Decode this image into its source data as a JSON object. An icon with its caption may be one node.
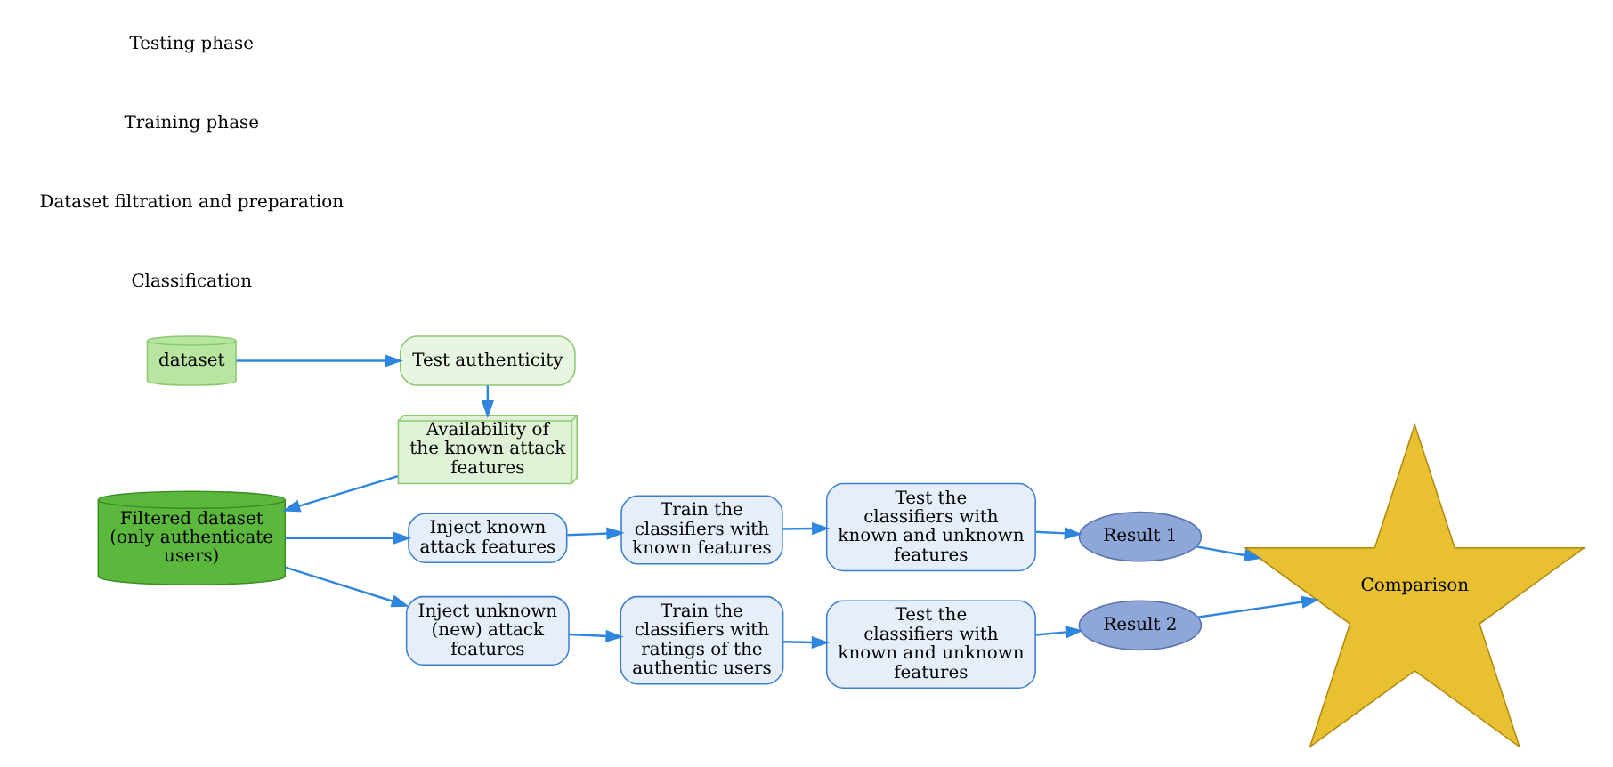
{
  "diagram": {
    "nodes": [
      {
        "text": [
          "dataset"
        ]
      },
      {
        "text": [
          "Test authenticity"
        ]
      },
      {
        "text": [
          "Availability of the known attack features"
        ]
      },
      {
        "text": [
          "Filtered dataset (only authenticate users)"
        ]
      },
      {
        "text": [
          "Inject known attack features"
        ]
      },
      {
        "text": [
          "Train the classifiers with known features"
        ]
      },
      {
        "text": [
          "Test the classifiers with known and unknown features"
        ]
      },
      {
        "text": [
          "Result 1"
        ]
      },
      {
        "text": [
          "Inject unknown (new) attack features"
        ]
      },
      {
        "text": [
          "Train the classifiers with ratings of the authentic users"
        ]
      },
      {
        "text": [
          "Test the classifiers with known and unknown features"
        ]
      },
      {
        "text": [
          "Result 2"
        ]
      },
      {
        "text": [
          "Comparison"
        ]
      }
    ],
    "edges": [
      {
        "from": 0,
        "to": 1,
        "arrow": "to"
      },
      {
        "from": 1,
        "to": 2,
        "arrow": "to"
      },
      {
        "from": 2,
        "to": 3,
        "arrow": "to"
      },
      {
        "from": 3,
        "to": 4,
        "arrow": "to"
      },
      {
        "from": 3,
        "to": 8,
        "arrow": "to"
      },
      {
        "from": 4,
        "to": 5,
        "arrow": "to"
      },
      {
        "from": 5,
        "to": 6,
        "arrow": "to"
      },
      {
        "from": 6,
        "to": 7,
        "arrow": "to"
      },
      {
        "from": 7,
        "to": 12,
        "arrow": "to"
      },
      {
        "from": 8,
        "to": 9,
        "arrow": "to"
      },
      {
        "from": 9,
        "to": 10,
        "arrow": "to"
      },
      {
        "from": 10,
        "to": 11,
        "arrow": "to"
      },
      {
        "from": 11,
        "to": 12,
        "arrow": "to"
      }
    ],
    "labels": [
      "Classification",
      "Dataset filtration and preparation",
      "Training phase",
      "Testing phase"
    ]
  }
}
